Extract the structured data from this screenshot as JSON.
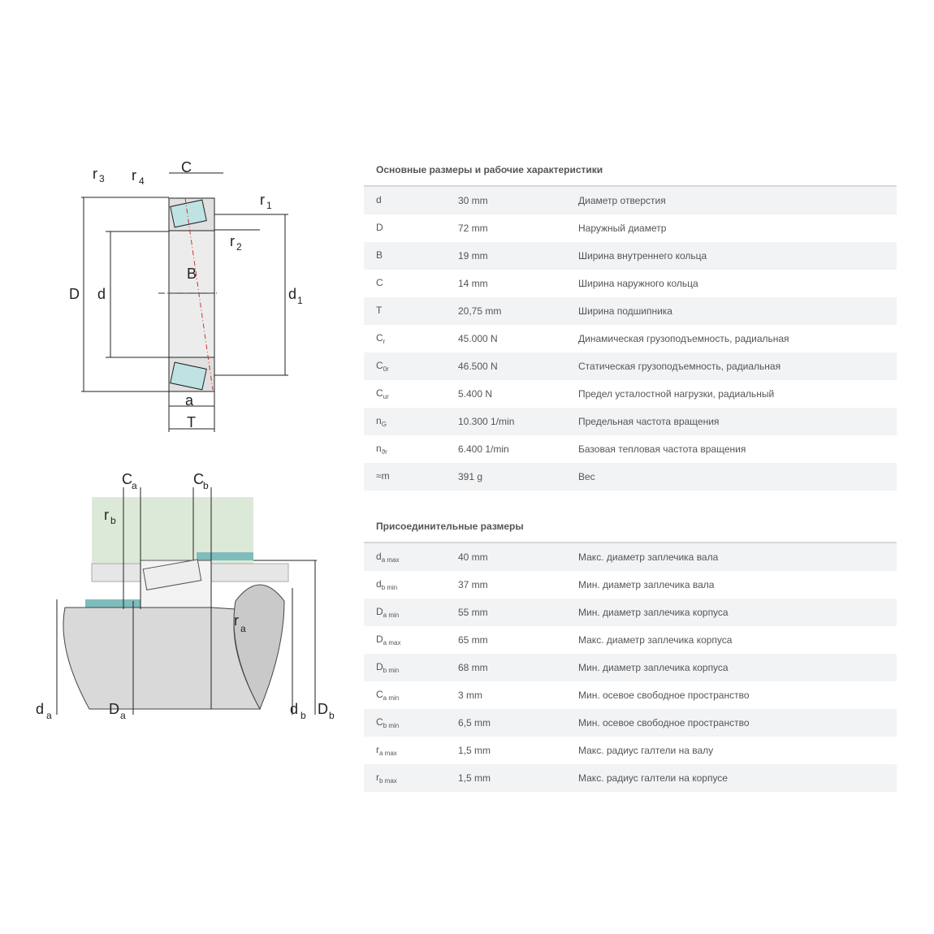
{
  "main_table": {
    "title": "Основные размеры и рабочие характеристики",
    "rows": [
      {
        "symbol": "d",
        "sub": "",
        "value": "30 mm",
        "desc": "Диаметр отверстия"
      },
      {
        "symbol": "D",
        "sub": "",
        "value": "72 mm",
        "desc": "Наружный диаметр"
      },
      {
        "symbol": "B",
        "sub": "",
        "value": "19 mm",
        "desc": "Ширина внутреннего кольца"
      },
      {
        "symbol": "C",
        "sub": "",
        "value": "14 mm",
        "desc": "Ширина наружного кольца"
      },
      {
        "symbol": "T",
        "sub": "",
        "value": "20,75 mm",
        "desc": "Ширина подшипника"
      },
      {
        "symbol": "C",
        "sub": "r",
        "value": "45.000 N",
        "desc": "Динамическая грузоподъемность, радиальная"
      },
      {
        "symbol": "C",
        "sub": "0r",
        "value": "46.500 N",
        "desc": "Статическая грузоподъемность, радиальная"
      },
      {
        "symbol": "C",
        "sub": "ur",
        "value": "5.400 N",
        "desc": "Предел усталостной нагрузки, радиальный"
      },
      {
        "symbol": "n",
        "sub": "G",
        "value": "10.300 1/min",
        "desc": "Предельная частота вращения"
      },
      {
        "symbol": "n",
        "sub": "ϑr",
        "value": "6.400 1/min",
        "desc": "Базовая тепловая частота вращения"
      },
      {
        "symbol": "≈m",
        "sub": "",
        "value": "391 g",
        "desc": "Вес"
      }
    ]
  },
  "mount_table": {
    "title": "Присоединительные размеры",
    "rows": [
      {
        "symbol": "d",
        "sub": "a max",
        "value": "40 mm",
        "desc": "Макс. диаметр заплечика вала"
      },
      {
        "symbol": "d",
        "sub": "b min",
        "value": "37 mm",
        "desc": "Мин. диаметр заплечика вала"
      },
      {
        "symbol": "D",
        "sub": "a min",
        "value": "55 mm",
        "desc": "Мин. диаметр заплечика корпуса"
      },
      {
        "symbol": "D",
        "sub": "a max",
        "value": "65 mm",
        "desc": "Макс. диаметр заплечика корпуса"
      },
      {
        "symbol": "D",
        "sub": "b min",
        "value": "68 mm",
        "desc": "Мин. диаметр заплечика корпуса"
      },
      {
        "symbol": "C",
        "sub": "a min",
        "value": "3 mm",
        "desc": "Мин. осевое свободное пространство"
      },
      {
        "symbol": "C",
        "sub": "b min",
        "value": "6,5 mm",
        "desc": "Мин. осевое свободное пространство"
      },
      {
        "symbol": "r",
        "sub": "a max",
        "value": "1,5 mm",
        "desc": "Макс. радиус галтели на валу"
      },
      {
        "symbol": "r",
        "sub": "b max",
        "value": "1,5 mm",
        "desc": "Макс. радиус галтели на корпусе"
      }
    ]
  },
  "drawing1": {
    "r3": "r",
    "r3s": "3",
    "r4": "r",
    "r4s": "4",
    "C": "C",
    "r1": "r",
    "r1s": "1",
    "r2": "r",
    "r2s": "2",
    "D": "D",
    "d": "d",
    "B": "B",
    "d1": "d",
    "d1s": "1",
    "a": "a",
    "T": "T"
  },
  "drawing2": {
    "Ca": "C",
    "Cas": "a",
    "Cb": "C",
    "Cbs": "b",
    "rb": "r",
    "rbs": "b",
    "ra": "r",
    "ras": "a",
    "da": "d",
    "das": "a",
    "Da": "D",
    "Das": "a",
    "db": "d",
    "dbs": "b",
    "Db": "D",
    "Dbs": "b"
  }
}
